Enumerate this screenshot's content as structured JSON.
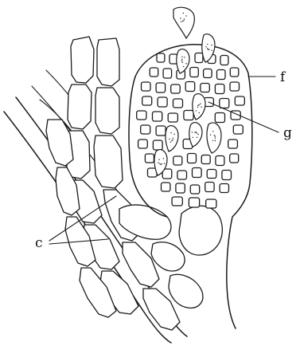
{
  "figure": {
    "labels": {
      "c": "c",
      "f": "f",
      "g": "g"
    }
  }
}
